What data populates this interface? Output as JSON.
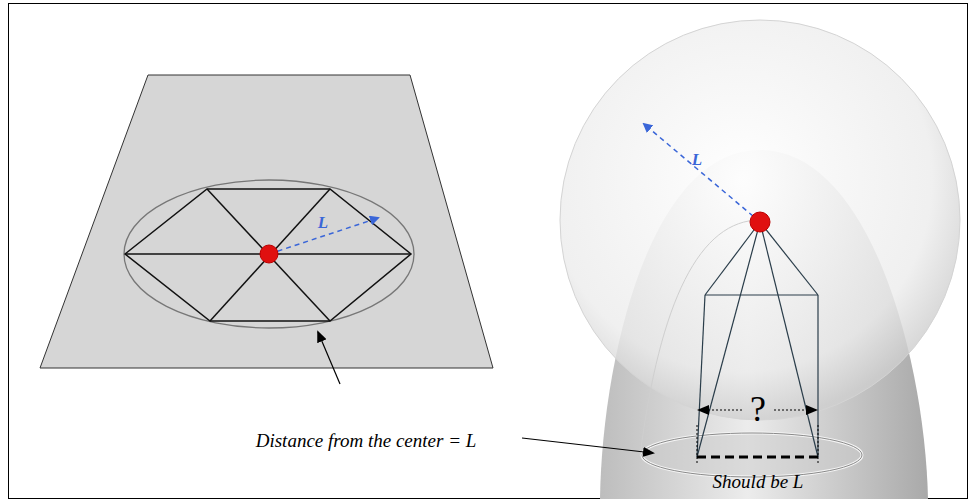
{
  "diagram": {
    "labels": [
      "L",
      "L",
      "Distance from the center = L",
      "?",
      "Should be L"
    ]
  }
}
